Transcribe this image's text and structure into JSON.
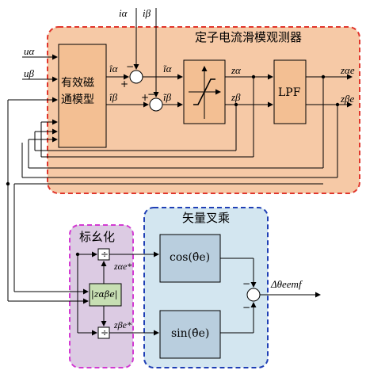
{
  "observer": {
    "title": "定子电流滑模观测器",
    "model_line1": "有效磁",
    "model_line2": "通模型",
    "lpf": "LPF"
  },
  "normalization": {
    "title": "标幺化",
    "div_symbol": "÷",
    "magnitude_label": "|zαβe|"
  },
  "cross_product": {
    "title": "矢量叉乘",
    "cos_label": "cos(θ̂e)",
    "sin_label": "sin(θ̂e)"
  },
  "signals": {
    "i_alpha": "iα",
    "i_beta": "iβ",
    "u_alpha": "uα",
    "u_beta": "uβ",
    "i_alpha_hat": "îα",
    "i_beta_hat": "îβ",
    "i_alpha_tilde": "ĩα",
    "i_beta_tilde": "ĩβ",
    "z_alpha": "zα",
    "z_beta": "zβ",
    "z_alpha_e": "zαe",
    "z_beta_e": "zβe",
    "z_alpha_e_star": "zαe*",
    "z_beta_e_star": "zβe*",
    "delta_theta": "Δθeemf"
  },
  "signs": {
    "plus": "+",
    "minus": "−"
  },
  "colors": {
    "observer_fill": "#f6c9a6",
    "observer_border": "#e0362c",
    "norm_fill": "#dccbe3",
    "norm_border": "#d23ad2",
    "cross_fill": "#d3e6f0",
    "cross_border": "#1f3fb5",
    "block_fill": "#f3bf93",
    "block_fill_blue": "#b9cede",
    "magnitude_fill": "#c7dfb3"
  }
}
